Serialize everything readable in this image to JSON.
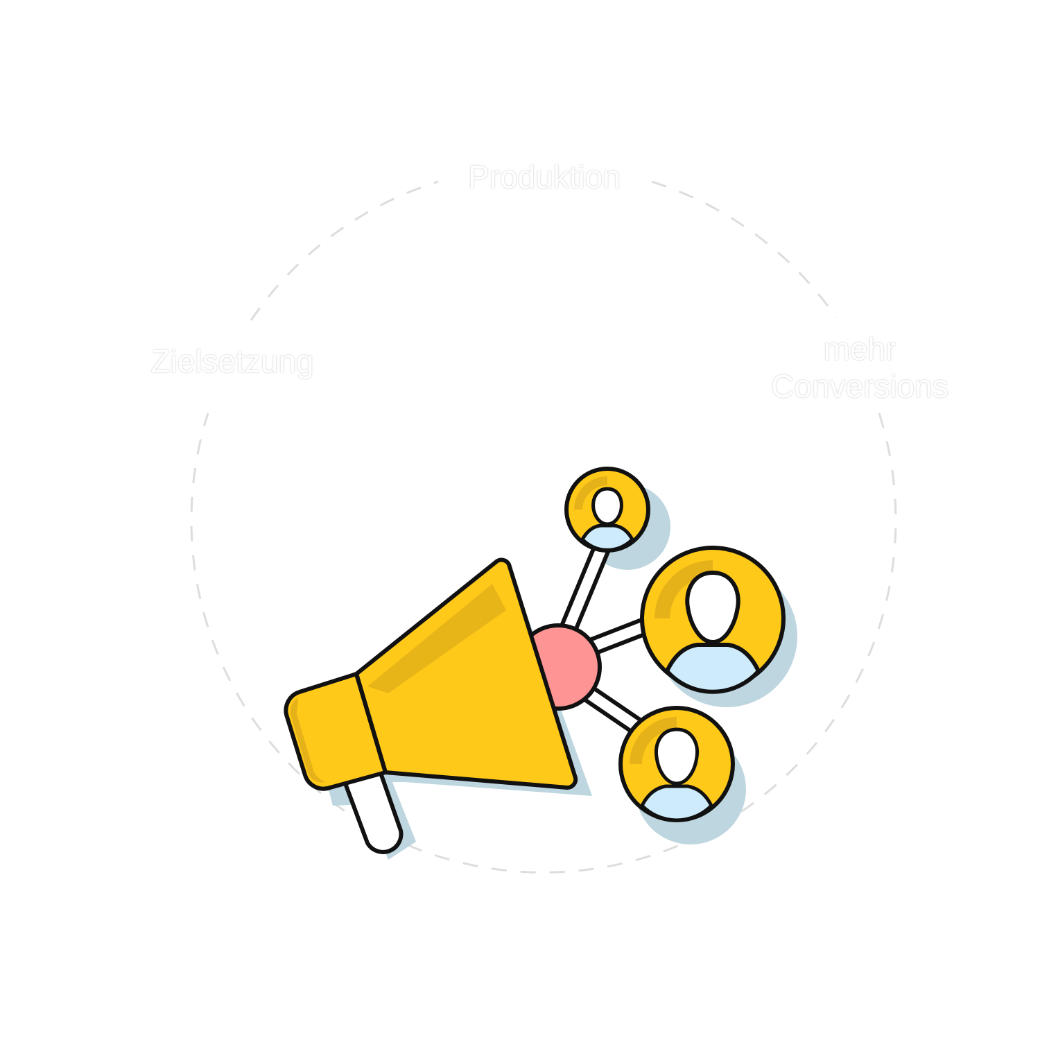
{
  "labels": {
    "top": "Produktion",
    "left": "Zielsetzung",
    "right_line1": "mehr",
    "right_line2": "Conversions"
  },
  "icons": {
    "center": "megaphone-icon",
    "people": [
      "user-icon",
      "user-icon",
      "user-icon"
    ]
  },
  "colors": {
    "background": "#ffffff",
    "outline": "#111111",
    "megaphone_yellow": "#FFC919",
    "megaphone_shadow": "#E5B21A",
    "hub": "#FF9494",
    "person_body": "#CDEBFA",
    "drop_shadow": "#BED6E0",
    "label_text": "#ffffff",
    "dashed_ring": "#dddddd"
  }
}
